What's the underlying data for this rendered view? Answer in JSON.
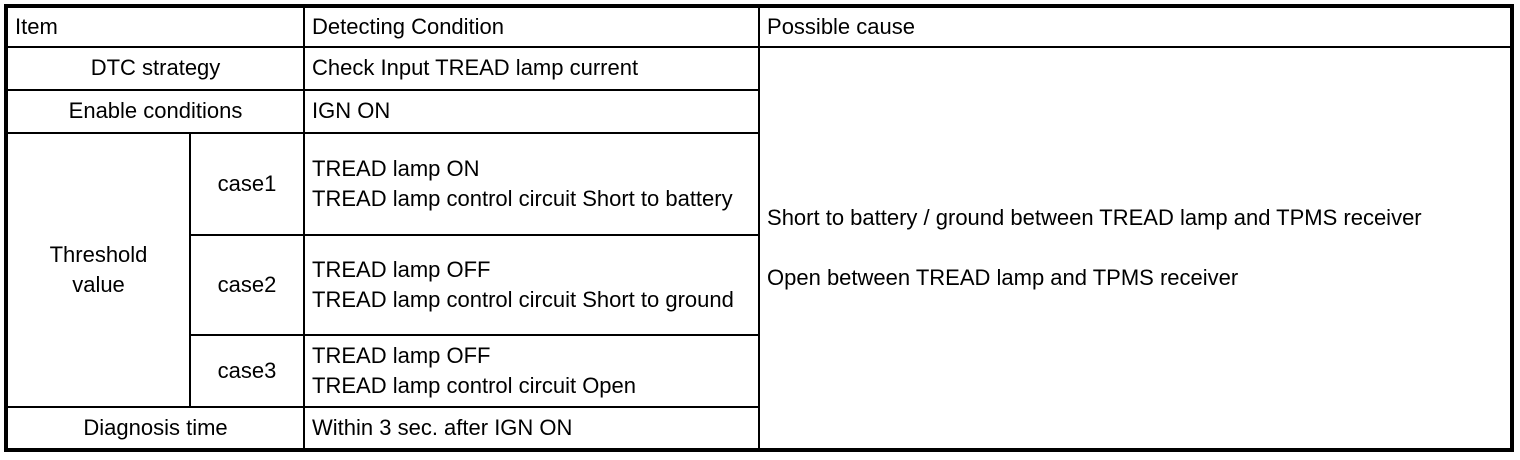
{
  "colors": {
    "background": "#ffffff",
    "border": "#000000",
    "text": "#000000"
  },
  "table": {
    "headers": {
      "item": "Item",
      "detecting_condition": "Detecting Condition",
      "possible_cause": "Possible cause"
    },
    "rows": {
      "dtc_strategy": {
        "label": "DTC strategy",
        "value": "Check Input TREAD lamp current"
      },
      "enable_conditions": {
        "label": "Enable conditions",
        "value": "IGN ON"
      },
      "threshold": {
        "label": "Threshold\nvalue",
        "cases": [
          {
            "name": "case1",
            "condition": "TREAD lamp ON\nTREAD lamp control circuit Short to battery"
          },
          {
            "name": "case2",
            "condition": "TREAD lamp OFF\nTREAD lamp control circuit Short to ground"
          },
          {
            "name": "case3",
            "condition": "TREAD lamp OFF\nTREAD lamp control circuit Open"
          }
        ]
      },
      "diagnosis_time": {
        "label": "Diagnosis time",
        "value": "Within 3 sec. after IGN ON"
      }
    },
    "possible_causes": [
      "Short to battery / ground between TREAD lamp and TPMS receiver",
      "Open between TREAD lamp and TPMS receiver"
    ]
  }
}
